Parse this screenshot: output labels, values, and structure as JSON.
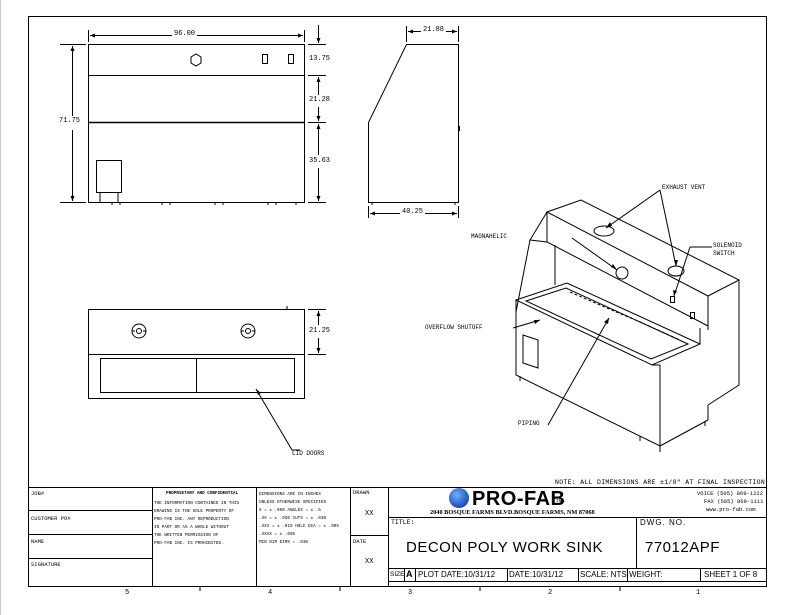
{
  "front_view": {
    "width": "96.00",
    "height": "71.75",
    "dims": [
      "13.75",
      "21.28",
      "35.63"
    ]
  },
  "side_view": {
    "top": "21.88",
    "base": "40.25"
  },
  "top_view": {
    "height": "21.25"
  },
  "iso_labels": {
    "exhaust": "EXHAUST VENT",
    "magnahelic": "MAGNAHELIC",
    "solenoid": "SOLENOID\nSWITCH",
    "overflow": "OVERFLOW SHUTOFF",
    "piping": "PIPING",
    "lid": "LID DOORS"
  },
  "note": "NOTE: ALL DIMENSIONS ARE ±1/8\" AT FINAL INSPECTION",
  "title_block": {
    "job": "JOB#",
    "customer": "CUSTOMER PO#",
    "name": "NAME",
    "signature": "SIGNATURE",
    "proprietary_title": "PROPRIETARY AND CONFIDENTIAL",
    "proprietary_lines": [
      "THE INFORMATION CONTAINED IN THIS",
      "DRAWING IS THE SOLE PROPERTY OF",
      "PRO-FAB INC. ANY REPRODUCTION",
      "IN PART OR AS A WHOLE WITHOUT",
      "THE WRITTEN PERMISSION OF",
      "PRO-FAB INC. IS PROHIBITED."
    ],
    "tolerance_lines": [
      "DIMENSIONS ARE IN INCHES",
      "UNLESS OTHERWISE SPECIFIED",
      "X = ± .060    ANGLES = ± .5",
      ".XX = ± .030   CUTS = ± .030",
      ".XXX = ± .010   HOLE DIA = ± .005",
      ".XXXX = ± .005",
      "MIN DIM DIMS = .030"
    ],
    "drawn": "DRAWN",
    "xx1": "XX",
    "date": "DATE",
    "xx2": "XX",
    "company": "PRO-FAB",
    "company_suffix": "INC.",
    "address": "2040 BOSQUE FARMS BLVD.BOSQUE FARMS, NM 87068",
    "voice": "VOICE (505) 869-1222",
    "fax": "FAX (505) 869-1111",
    "web": "www.pro-fab.com",
    "title_label": "TITLE:",
    "title": "DECON POLY WORK SINK",
    "dwg_label": "DWG.  NO.",
    "dwg_no": "77012APF",
    "size_label": "SIZE",
    "size": "A",
    "plot_date": "PLOT DATE:10/31/12",
    "date_field": "DATE:10/31/12",
    "scale": "SCALE: NTS",
    "weight": "WEIGHT:",
    "sheet": "SHEET 1 OF 8"
  },
  "zone_numbers": [
    "5",
    "4",
    "3",
    "2",
    "1"
  ]
}
